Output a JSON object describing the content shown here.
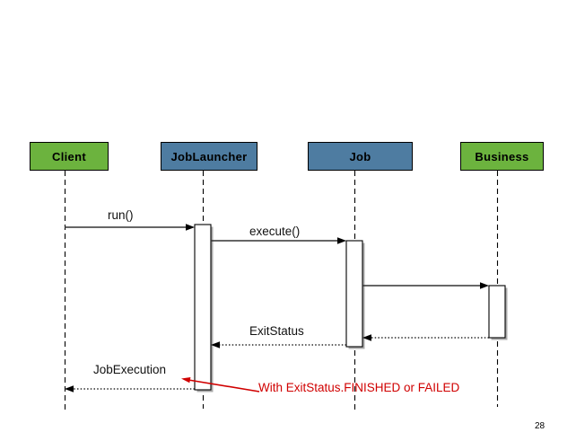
{
  "diagram": {
    "kind": "UML sequence diagram",
    "actors": [
      {
        "name": "Client",
        "fill": "#6cb33e"
      },
      {
        "name": "JobLauncher",
        "fill": "#4e7ca1"
      },
      {
        "name": "Job",
        "fill": "#4e7ca1"
      },
      {
        "name": "Business",
        "fill": "#6cb33e"
      }
    ],
    "messages": [
      {
        "from": "Client",
        "to": "JobLauncher",
        "label": "run()",
        "line": "solid"
      },
      {
        "from": "JobLauncher",
        "to": "Job",
        "label": "execute()",
        "line": "solid"
      },
      {
        "from": "Job",
        "to": "Business",
        "label": "",
        "line": "solid"
      },
      {
        "from": "Business",
        "to": "Job",
        "label": "",
        "line": "dotted"
      },
      {
        "from": "Job",
        "to": "JobLauncher",
        "label": "ExitStatus",
        "line": "dotted"
      },
      {
        "from": "JobLauncher",
        "to": "Client",
        "label": "JobExecution",
        "line": "dotted"
      }
    ],
    "annotation": {
      "text": "With ExitStatus.FINISHED or FAILED",
      "color": "#d00000"
    },
    "page_number": "28"
  }
}
